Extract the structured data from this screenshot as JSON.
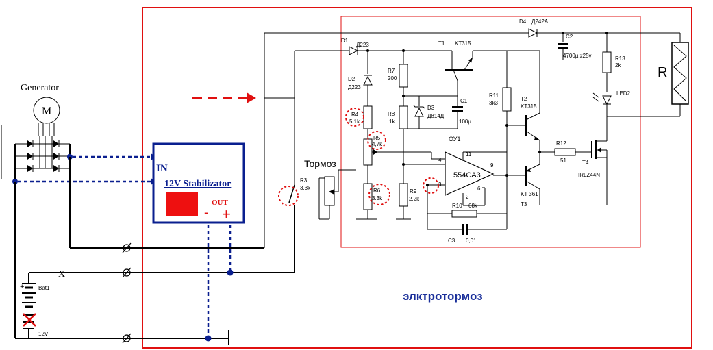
{
  "labels": {
    "generator": "Generator",
    "motor": "M",
    "stab_in": "IN",
    "stab_title": "12V Stabilizator",
    "stab_out": "OUT",
    "minus": "-",
    "plus": "+",
    "x_mark": "X",
    "bat": "Bat1",
    "bat_v": "12V",
    "brake": "Тормоз",
    "title": "элктротормоз",
    "load": "R"
  },
  "components": {
    "D1": "D1",
    "D1v": "Д223",
    "D2": "D2",
    "D2v": "Д223",
    "D3": "D3",
    "D3v": "Д814Д",
    "D4": "D4",
    "D4v": "Д242А",
    "R3": "R3",
    "R3v": "3.3k",
    "R4": "R4",
    "R4v": "5,1k",
    "R5": "R5",
    "R5v": "4,7k",
    "R6": "R6",
    "R6v": "3.3k",
    "R7": "R7",
    "R7v": "200",
    "R8": "R8",
    "R8v": "1k",
    "R9": "R9",
    "R9v": "2,2k",
    "R10": "R10",
    "R10v": "68k",
    "R11": "R11",
    "R11v": "3k3",
    "R12": "R12",
    "R12v": "51",
    "R13": "R13",
    "R13v": "2k",
    "C1": "C1",
    "C1v": "100µ",
    "C2": "C2",
    "C2v": "4700µ x25v",
    "C3": "C3",
    "C3v": "0,01",
    "T1": "T1",
    "T1v": "KT315",
    "T2": "T2",
    "T2v": "KT315",
    "T3": "T3",
    "T3v": "KT 361",
    "T4": "T4",
    "T4v": "IRLZ44N",
    "LED2": "LED2",
    "opamp_name": "ОУ1",
    "opamp_part": "554CA3",
    "pin4": "4",
    "pin3": "3",
    "pin9": "9",
    "pin11": "11",
    "pin2": "2",
    "pin6": "6"
  },
  "colors": {
    "frame": "#e01010",
    "inner_frame": "#e01010",
    "wire_blue": "#0a1f8f",
    "title": "#1a2f9a",
    "stab_fill": "#ee1010"
  }
}
